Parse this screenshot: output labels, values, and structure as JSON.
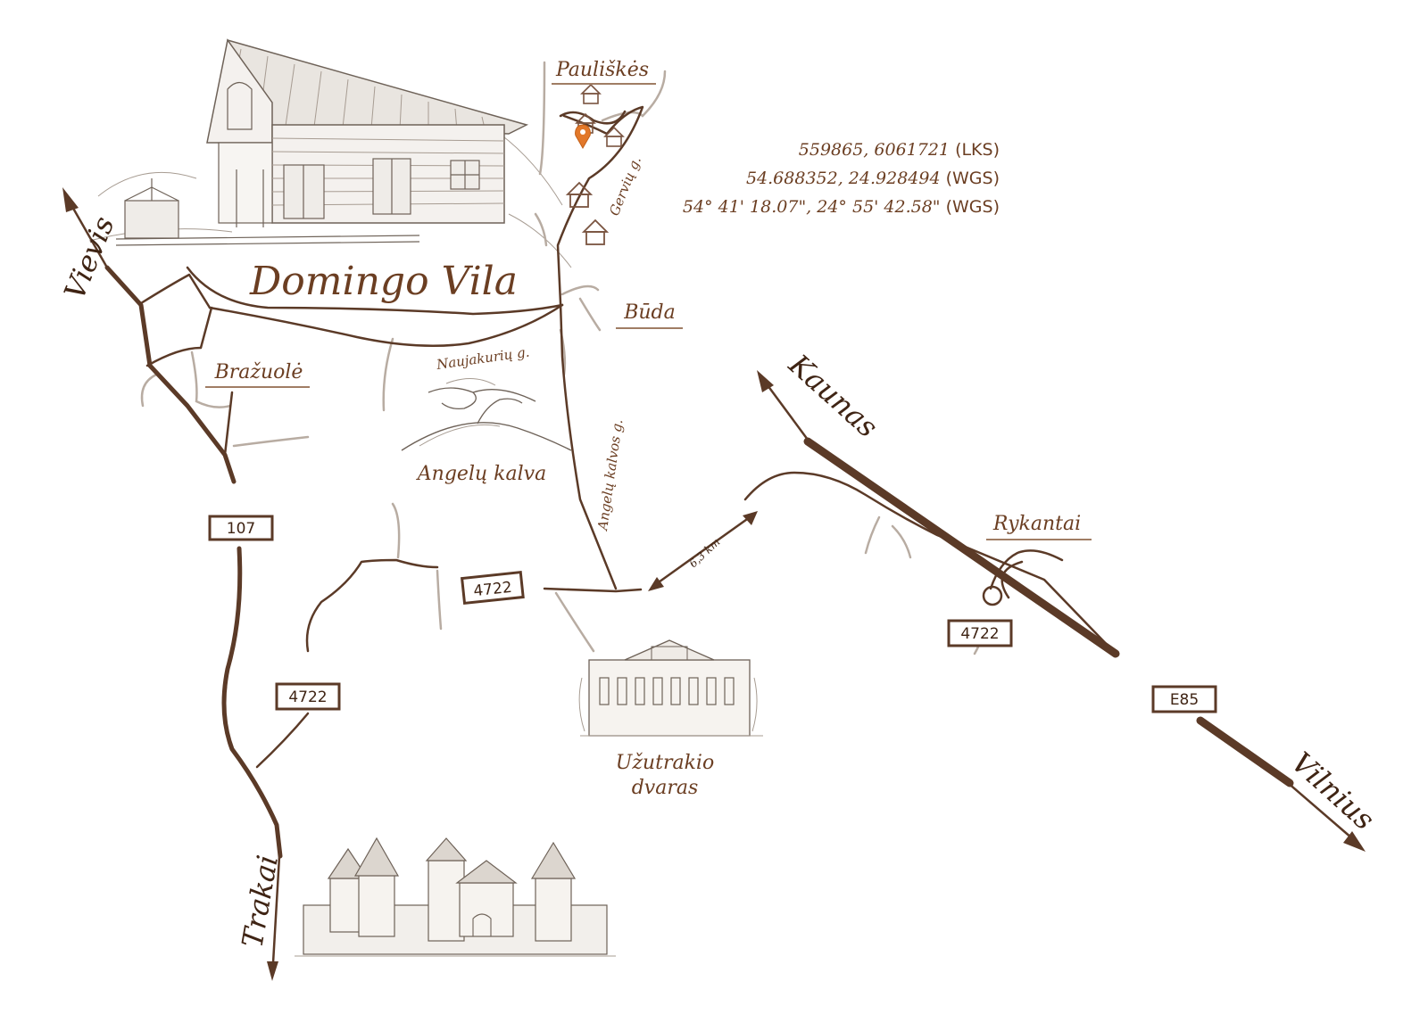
{
  "title": "Domingo Vila",
  "places": {
    "pauliskes": "Pauliškės",
    "buda": "Būda",
    "brazuole": "Bražuolė",
    "rykantai": "Rykantai",
    "angelu_kalva": "Angelų kalva",
    "uzutrakio_line1": "Užutrakio",
    "uzutrakio_line2": "dvaras"
  },
  "directions": {
    "vievis": "Vievis",
    "kaunas": "Kaunas",
    "vilnius": "Vilnius",
    "trakai": "Trakai"
  },
  "streets": {
    "gerviu": "Gervių g.",
    "naujakuriu": "Naujakurių g.",
    "angelu_kalvos": "Angelų kalvos g."
  },
  "coordinates": [
    {
      "value": "559865, 6061721",
      "system": "(LKS)"
    },
    {
      "value": "54.688352, 24.928494",
      "system": "(WGS)"
    },
    {
      "value": "54° 41' 18.07\", 24° 55' 42.58\"",
      "system": "(WGS)"
    }
  ],
  "routes": {
    "r107": "107",
    "r4722_a": "4722",
    "r4722_b": "4722",
    "r4722_c": "4722",
    "e85": "E85"
  },
  "distance_label": "6,3 km",
  "icons": {
    "location_pin": "map-pin-icon",
    "house": "house-icon"
  },
  "colors": {
    "road": "#5b3a27",
    "label": "#6b3e22",
    "pin": "#e2782a",
    "minor_road": "#b8aca2"
  }
}
